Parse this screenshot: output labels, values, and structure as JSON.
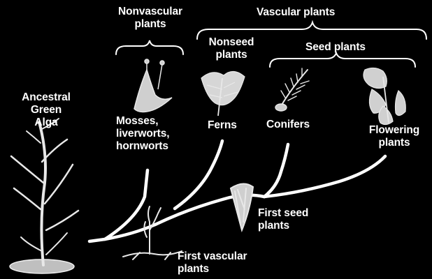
{
  "labels": {
    "nonvascular": "Nonvascular\nplants",
    "vascular": "Vascular plants",
    "nonseed": "Nonseed\nplants",
    "seed": "Seed plants",
    "ancestral": "Ancestral\nGreen\nAlga",
    "mosses": "Mosses,\nliverworts,\nhornworts",
    "ferns": "Ferns",
    "conifers": "Conifers",
    "flowering": "Flowering\nplants",
    "first_seed": "First seed\nplants",
    "first_vascular": "First vascular\nplants"
  },
  "colors": {
    "background": "#000000",
    "lines": "#ffffff",
    "illustration": "#e8e8e8"
  }
}
